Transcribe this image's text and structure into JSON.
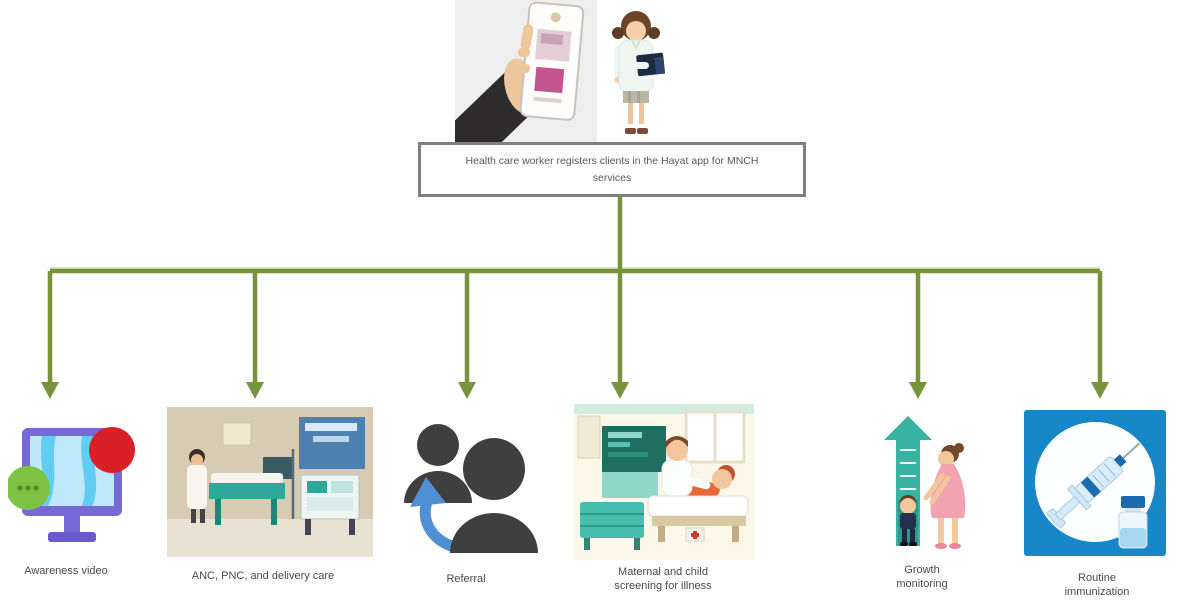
{
  "diagram": {
    "root_box_text": "Health care worker registers clients in the Hayat app for MNCH services",
    "top_illustrations": [
      {
        "name": "hand-holding-phone-with-app"
      },
      {
        "name": "female-health-worker-with-tablet"
      }
    ],
    "branches": [
      {
        "label": "Awareness video",
        "icon": "monitor-video-chat-icon"
      },
      {
        "label": "ANC, PNC, and delivery care",
        "icon": "delivery-room-illustration"
      },
      {
        "label": "Referral",
        "icon": "referral-people-arrow-icon"
      },
      {
        "label": "Maternal and child screening for illness",
        "icon": "child-screening-illustration"
      },
      {
        "label": "Growth monitoring",
        "icon": "growth-monitoring-illustration"
      },
      {
        "label": "Routine immunization",
        "icon": "syringe-vaccine-icon"
      }
    ]
  },
  "theme": {
    "arrow-color": "#77933c",
    "arrow-highlight": "#dde8bc",
    "box-border-color": "#7f7f7f",
    "box-text-color": "#595959",
    "label-color": "#4a4a4a",
    "monitor-purple": "#7668d6",
    "screen-cyan": "#bfe9fa",
    "bubble-green": "#7dc242",
    "alert-red": "#d92027",
    "silhouette-gray": "#3f3f3f",
    "referral-blue": "#4f8fd3",
    "teal": "#2fa79a",
    "teal-dark": "#1e6e62",
    "pink": "#f2a3b0",
    "immunization-blue": "#1787c8"
  }
}
